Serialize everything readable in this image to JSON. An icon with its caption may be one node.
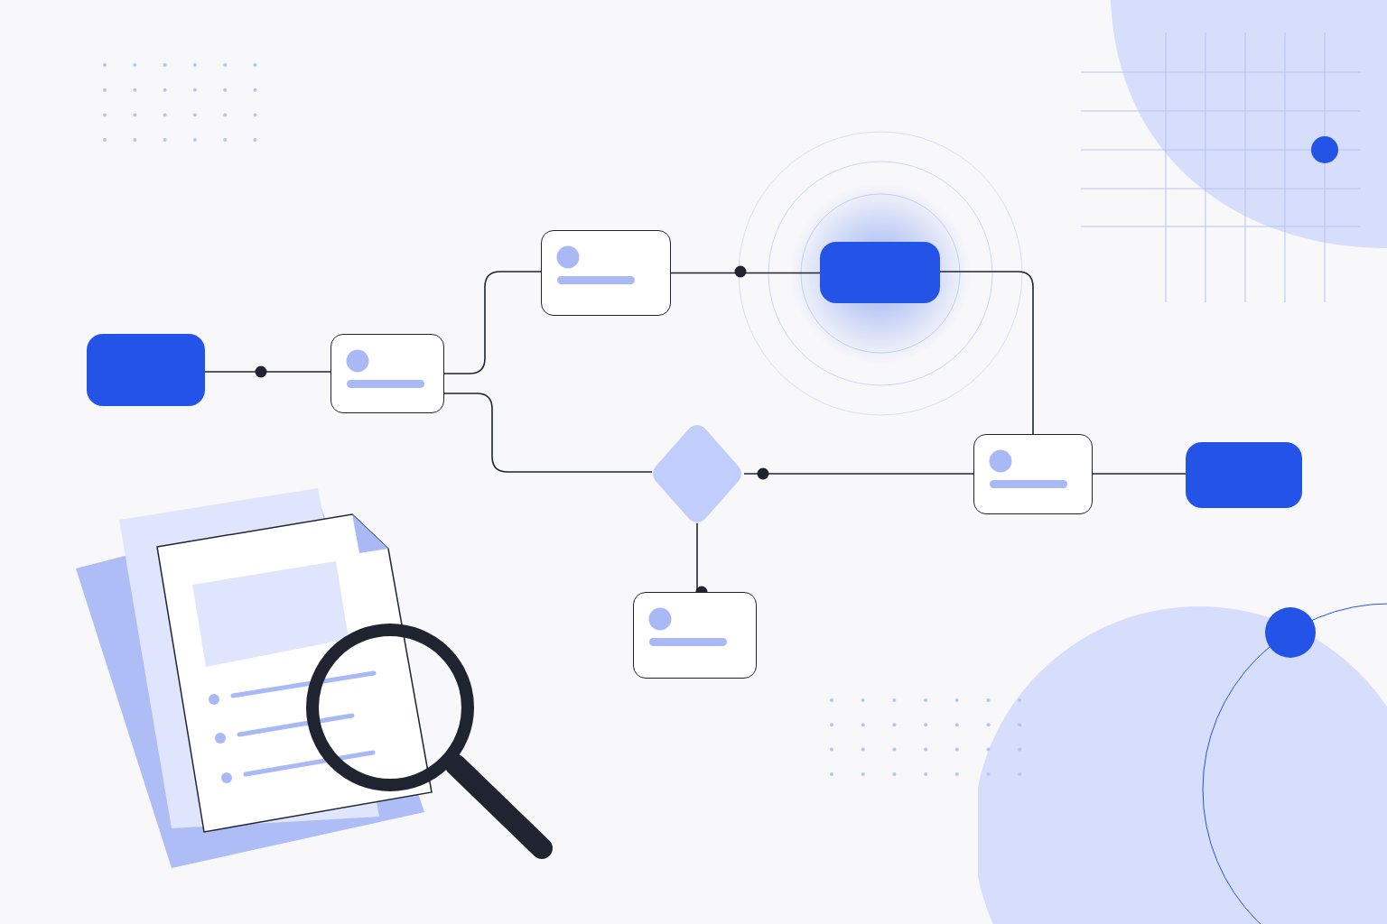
{
  "diagram": {
    "nodes": [
      {
        "text": [],
        "shape": "box"
      },
      {
        "text": [],
        "shape": "box"
      },
      {
        "text": [],
        "shape": "box"
      },
      {
        "text": [],
        "shape": "box"
      },
      {
        "text": [],
        "shape": "diamond"
      },
      {
        "text": [],
        "shape": "box"
      },
      {
        "text": [],
        "shape": "box"
      },
      {
        "text": [],
        "shape": "box"
      }
    ],
    "edges": [
      {
        "from": 0,
        "to": 1,
        "arrow": "none"
      },
      {
        "from": 1,
        "to": 2,
        "arrow": "none"
      },
      {
        "from": 1,
        "to": 4,
        "arrow": "none"
      },
      {
        "from": 2,
        "to": 3,
        "arrow": "none"
      },
      {
        "from": 3,
        "to": 5,
        "arrow": "none"
      },
      {
        "from": 4,
        "to": 5,
        "arrow": "none"
      },
      {
        "from": 4,
        "to": 7,
        "arrow": "other"
      },
      {
        "from": 5,
        "to": 6,
        "arrow": "none"
      }
    ]
  }
}
